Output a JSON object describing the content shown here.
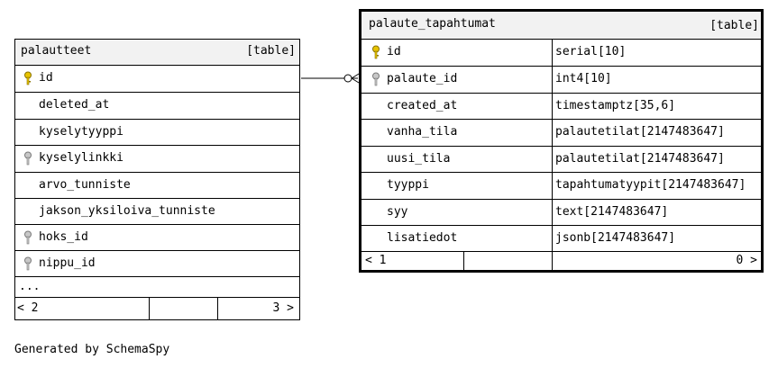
{
  "diagram": {
    "tables": {
      "palautteet": {
        "name": "palautteet",
        "kind": "[table]",
        "columns": [
          {
            "name": "id",
            "key": "primary"
          },
          {
            "name": "deleted_at",
            "key": "none"
          },
          {
            "name": "kyselytyyppi",
            "key": "none"
          },
          {
            "name": "kyselylinkki",
            "key": "foreign"
          },
          {
            "name": "arvo_tunniste",
            "key": "none"
          },
          {
            "name": "jakson_yksiloiva_tunniste",
            "key": "none"
          },
          {
            "name": "hoks_id",
            "key": "foreign"
          },
          {
            "name": "nippu_id",
            "key": "foreign"
          }
        ],
        "more": "...",
        "footer": {
          "parents": "< 2",
          "children": "3 >"
        }
      },
      "palaute_tapahtumat": {
        "name": "palaute_tapahtumat",
        "kind": "[table]",
        "columns": [
          {
            "name": "id",
            "type": "serial[10]",
            "key": "primary"
          },
          {
            "name": "palaute_id",
            "type": "int4[10]",
            "key": "foreign"
          },
          {
            "name": "created_at",
            "type": "timestamptz[35,6]",
            "key": "none"
          },
          {
            "name": "vanha_tila",
            "type": "palautetilat[2147483647]",
            "key": "none"
          },
          {
            "name": "uusi_tila",
            "type": "palautetilat[2147483647]",
            "key": "none"
          },
          {
            "name": "tyyppi",
            "type": "tapahtumatyypit[2147483647]",
            "key": "none"
          },
          {
            "name": "syy",
            "type": "text[2147483647]",
            "key": "none"
          },
          {
            "name": "lisatiedot",
            "type": "jsonb[2147483647]",
            "key": "none"
          }
        ],
        "footer": {
          "parents": "< 1",
          "children": "0 >"
        }
      }
    },
    "relationships": [
      {
        "from": "palautteet.id",
        "to": "palaute_tapahtumat.palaute_id",
        "cardinality": "one-to-zero-or-many"
      }
    ],
    "colors": {
      "header_bg": "#f2f2f2",
      "primary_key": "#e8c400",
      "foreign_key": "#9b9b9b",
      "line": "#000000"
    },
    "generated_by": "Generated by SchemaSpy"
  }
}
